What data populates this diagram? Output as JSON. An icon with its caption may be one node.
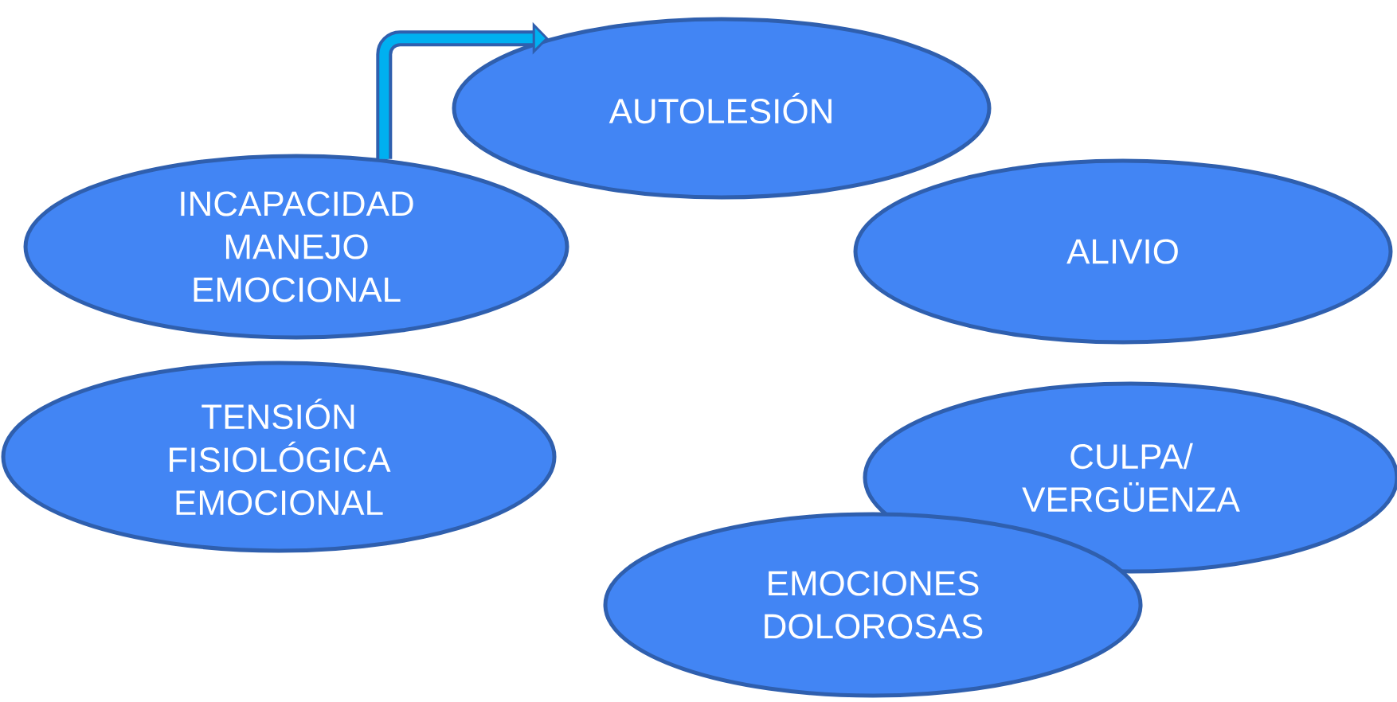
{
  "diagram": {
    "nodes": [
      {
        "text": [
          "AUTOLESIÓN"
        ]
      },
      {
        "text": [
          "INCAPACIDAD MANEJO EMOCIONAL"
        ]
      },
      {
        "text": [
          "ALIVIO"
        ]
      },
      {
        "text": [
          "TENSIÓN FISIOLÓGICA EMOCIONAL"
        ]
      },
      {
        "text": [
          "CULPA/ VERGÜENZA"
        ]
      },
      {
        "text": [
          "EMOCIONES DOLOROSAS"
        ]
      }
    ],
    "edges": [
      {
        "from": 1,
        "to": 0,
        "arrow": "to"
      }
    ]
  }
}
